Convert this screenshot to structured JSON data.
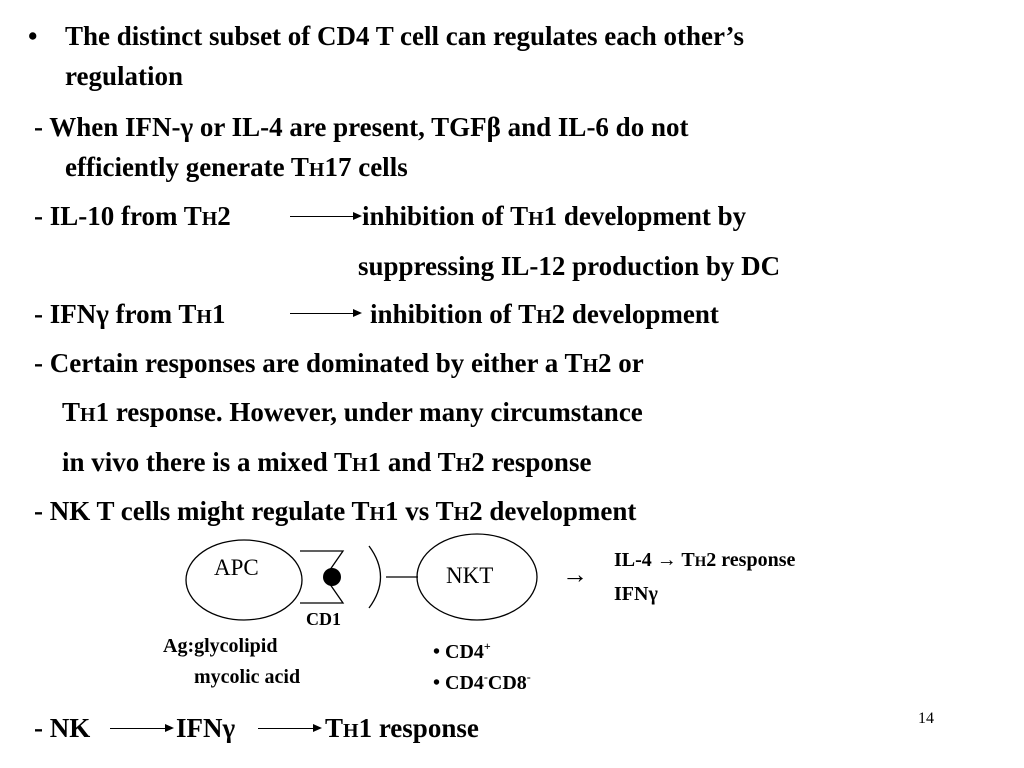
{
  "bullet": {
    "symbol": "•",
    "line1": "The distinct subset of CD4 T cell can regulates each other’s",
    "line2": "regulation"
  },
  "point1": {
    "prefix": "- When IFN-",
    "gamma": "γ",
    "mid": " or IL-4 are present, TGF",
    "beta": "β",
    "suffix": " and IL-6 do not",
    "line2_a": "efficiently generate T",
    "line2_h": "H",
    "line2_b": "17 cells"
  },
  "point2": {
    "a": "- IL-10 from T",
    "h": "H",
    "b": "2",
    "c": "inhibition of T",
    "h2": "H",
    "d": "1 development by",
    "line2": "suppressing IL-12 production by DC"
  },
  "point3": {
    "a": "- IFN",
    "gamma": "γ",
    "b": " from T",
    "h": "H",
    "c": "1",
    "d": "inhibition of T",
    "h2": "H",
    "e": "2 development"
  },
  "point4": {
    "a": "- Certain responses are dominated by either a T",
    "h": "H",
    "b": "2 or",
    "l2_t": "T",
    "l2_h": "H",
    "l2_rest": "1 response. However, under many circumstance",
    "l3_a": "in vivo there is a mixed T",
    "l3_h": "H",
    "l3_b": "1 and T",
    "l3_h2": "H",
    "l3_c": "2 response"
  },
  "point5": {
    "a": "- NK T cells might regulate T",
    "h": "H",
    "b": "1 vs T",
    "h2": "H",
    "c": "2 development"
  },
  "diagram": {
    "apc_label": "APC",
    "nkt_label": "NKT",
    "cd1_label": "CD1",
    "arrow_symbol": "→",
    "result1_a": "IL-4 → T",
    "result1_h": "H",
    "result1_b": "2 response",
    "result2_a": "IFN",
    "result2_gamma": "γ",
    "ag_line1": "Ag:glycolipid",
    "ag_line2": "mycolic acid",
    "nkt_type1_a": "• CD4",
    "nkt_type1_sup": "+",
    "nkt_type2_a": "• CD4",
    "nkt_type2_sup1": "-",
    "nkt_type2_b": "CD8",
    "nkt_type2_sup2": "-"
  },
  "point6": {
    "a": "- NK",
    "b": "IFN",
    "gamma": "γ",
    "c": "T",
    "h": "H",
    "d": "1 response"
  },
  "page_number": "14"
}
